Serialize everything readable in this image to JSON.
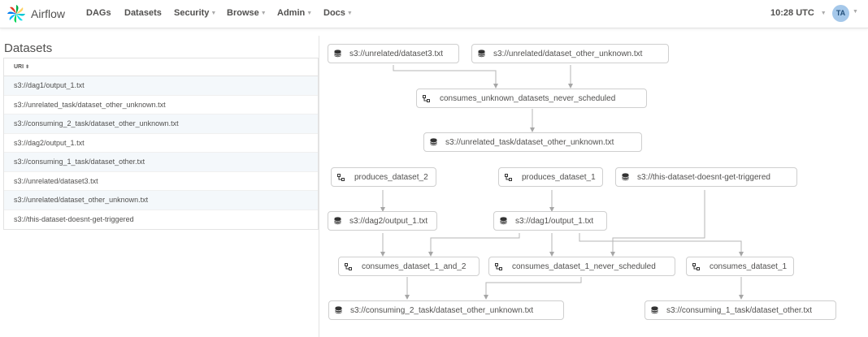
{
  "navbar": {
    "brand": "Airflow",
    "items": [
      {
        "label": "DAGs",
        "caret": false
      },
      {
        "label": "Datasets",
        "caret": false
      },
      {
        "label": "Security",
        "caret": true
      },
      {
        "label": "Browse",
        "caret": true
      },
      {
        "label": "Admin",
        "caret": true
      },
      {
        "label": "Docs",
        "caret": true
      }
    ],
    "time": "10:28 UTC",
    "avatar_initials": "TA"
  },
  "datasets_panel": {
    "title": "Datasets",
    "column_header": "URI",
    "rows": [
      "s3://dag1/output_1.txt",
      "s3://unrelated_task/dataset_other_unknown.txt",
      "s3://consuming_2_task/dataset_other_unknown.txt",
      "s3://dag2/output_1.txt",
      "s3://consuming_1_task/dataset_other.txt",
      "s3://unrelated/dataset3.txt",
      "s3://unrelated/dataset_other_unknown.txt",
      "s3://this-dataset-doesnt-get-triggered"
    ]
  },
  "graph": {
    "nodes": {
      "ds_unrelated3": {
        "kind": "dataset",
        "label": "s3://unrelated/dataset3.txt"
      },
      "ds_unrelated_other": {
        "kind": "dataset",
        "label": "s3://unrelated/dataset_other_unknown.txt"
      },
      "dag_consumes_unknown": {
        "kind": "dag",
        "label": "consumes_unknown_datasets_never_scheduled"
      },
      "ds_unrelated_task_other": {
        "kind": "dataset",
        "label": "s3://unrelated_task/dataset_other_unknown.txt"
      },
      "dag_produces_2": {
        "kind": "dag",
        "label": "produces_dataset_2"
      },
      "dag_produces_1": {
        "kind": "dag",
        "label": "produces_dataset_1"
      },
      "ds_not_triggered": {
        "kind": "dataset",
        "label": "s3://this-dataset-doesnt-get-triggered"
      },
      "ds_dag2_output": {
        "kind": "dataset",
        "label": "s3://dag2/output_1.txt"
      },
      "ds_dag1_output": {
        "kind": "dataset",
        "label": "s3://dag1/output_1.txt"
      },
      "dag_consumes_1_and_2": {
        "kind": "dag",
        "label": "consumes_dataset_1_and_2"
      },
      "dag_consumes_1_never": {
        "kind": "dag",
        "label": "consumes_dataset_1_never_scheduled"
      },
      "dag_consumes_1": {
        "kind": "dag",
        "label": "consumes_dataset_1"
      },
      "ds_consuming_2": {
        "kind": "dataset",
        "label": "s3://consuming_2_task/dataset_other_unknown.txt"
      },
      "ds_consuming_1": {
        "kind": "dataset",
        "label": "s3://consuming_1_task/dataset_other.txt"
      }
    }
  }
}
